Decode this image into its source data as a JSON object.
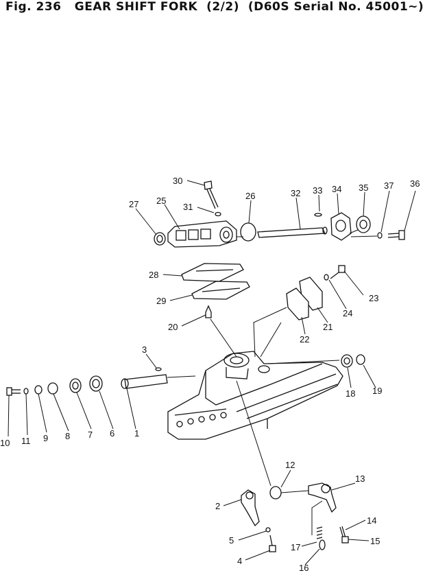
{
  "header": {
    "fig": "Fig. 236",
    "title": "GEAR SHIFT FORK",
    "page": "(2/2)",
    "serial": "(D60S Serial No. 45001~)"
  },
  "labels": {
    "p1": "1",
    "p2": "2",
    "p3": "3",
    "p4": "4",
    "p5": "5",
    "p6": "6",
    "p7": "7",
    "p8": "8",
    "p9": "9",
    "p10": "10",
    "p11": "11",
    "p12": "12",
    "p13": "13",
    "p14": "14",
    "p15": "15",
    "p16": "16",
    "p17": "17",
    "p18": "18",
    "p19": "19",
    "p20": "20",
    "p21": "21",
    "p22": "22",
    "p23": "23",
    "p24": "24",
    "p25": "25",
    "p26": "26",
    "p27": "27",
    "p28": "28",
    "p29": "29",
    "p30": "30",
    "p31": "31",
    "p32": "32",
    "p33": "33",
    "p34": "34",
    "p35": "35",
    "p36": "36",
    "p37": "37"
  }
}
